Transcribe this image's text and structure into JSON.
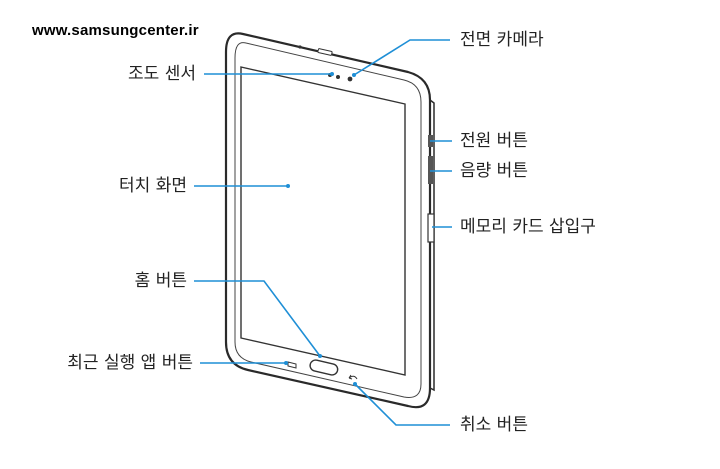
{
  "watermark": "www.samsungcenter.ir",
  "colors": {
    "leader_line": "#1f8fd6",
    "device_outline": "#2a2a2a",
    "screen_outline": "#333333",
    "label_text": "#222222"
  },
  "labels": {
    "front_camera": "전면 카메라",
    "light_sensor": "조도 센서",
    "power_button": "전원 버튼",
    "volume_button": "음량 버튼",
    "touch_screen": "터치 화면",
    "memory_card_slot": "메모리 카드 삽입구",
    "home_button": "홈 버튼",
    "recent_apps_button": "최근 실행 앱 버튼",
    "back_button": "취소 버튼"
  }
}
